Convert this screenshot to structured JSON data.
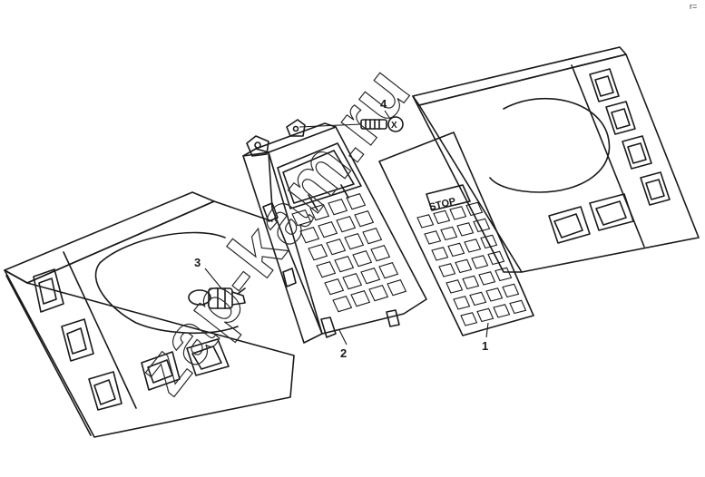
{
  "callouts": {
    "part1": "1",
    "part2": "2",
    "part3": "3",
    "part4": "4"
  },
  "keypad_label": "STOP",
  "screw_mark": "X",
  "corner_mark": "r=",
  "watermark": "zap-kam.ru"
}
